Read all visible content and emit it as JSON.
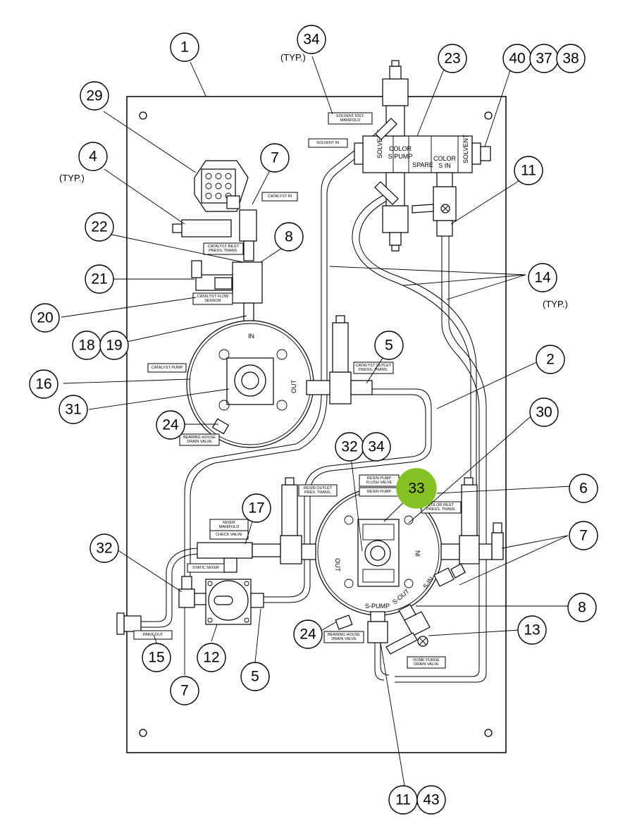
{
  "callouts": [
    {
      "label": "1"
    },
    {
      "label": "34"
    },
    {
      "label": "23"
    },
    {
      "label": "40"
    },
    {
      "label": "37"
    },
    {
      "label": "38"
    },
    {
      "label": "29"
    },
    {
      "label": "7"
    },
    {
      "label": "4"
    },
    {
      "label": "11"
    },
    {
      "label": "22"
    },
    {
      "label": "8"
    },
    {
      "label": "21"
    },
    {
      "label": "14"
    },
    {
      "label": "20"
    },
    {
      "label": "18"
    },
    {
      "label": "19"
    },
    {
      "label": "5"
    },
    {
      "label": "16"
    },
    {
      "label": "2"
    },
    {
      "label": "31"
    },
    {
      "label": "30"
    },
    {
      "label": "24"
    },
    {
      "label": "32"
    },
    {
      "label": "34"
    },
    {
      "label": "33"
    },
    {
      "label": "6"
    },
    {
      "label": "17"
    },
    {
      "label": "32"
    },
    {
      "label": "7"
    },
    {
      "label": "8"
    },
    {
      "label": "13"
    },
    {
      "label": "24"
    },
    {
      "label": "15"
    },
    {
      "label": "12"
    },
    {
      "label": "5"
    },
    {
      "label": "7"
    },
    {
      "label": "11"
    },
    {
      "label": "43"
    }
  ],
  "highlighted_callout": "33",
  "typ_notes": [
    "(TYP.)",
    "(TYP.)",
    "(TYP.)"
  ],
  "tags": {
    "solvent_dist_manifold": [
      "SOLVENT DIST.",
      "MANIFOLD"
    ],
    "solvent_in": [
      "SOLVENT IN"
    ],
    "catalyst_in": [
      "CATALYST IN"
    ],
    "catalyst_inlet_press": [
      "CATALYST INLET",
      "PRESS. TRANS."
    ],
    "catalyst_flow_sensor": [
      "CATALYST FLOW",
      "SENSOR"
    ],
    "catalyst_pump": [
      "CATALYST PUMP"
    ],
    "catalyst_outlet_press": [
      "CATALYST OUTLET",
      "PRESS. TRANS."
    ],
    "bearing_house_drain_1": [
      "BEARING HOUSE",
      "DRAIN VALVE"
    ],
    "resin_pump_flush": [
      "RESIN PUMP",
      "FLUSH VALVE"
    ],
    "resin_pump": [
      "RESIN PUMP"
    ],
    "resin_outlet_press": [
      "RESIN OUTLET",
      "PRES. TRANS."
    ],
    "color_inlet_press": [
      "COLOR INLET",
      "PRESS. TRANS."
    ],
    "mixer_manifold": [
      "MIXER",
      "MANIFOLD"
    ],
    "check_valve": [
      "CHECK VALVE"
    ],
    "static_mixer": [
      "STATIC MIXER"
    ],
    "paint_out": [
      "PAINT OUT"
    ],
    "bearing_house_drain_2": [
      "BEARING HOUSE",
      "DRAIN VALVE"
    ],
    "dome_purge_drain": [
      "DOME PURGE",
      "DRAIN VALVE"
    ]
  },
  "manifold_labels": {
    "solvent_left": "SOLVENT",
    "color_s_pump": [
      "COLOR",
      "S PUMP"
    ],
    "spare": "SPARE",
    "color_s_in": [
      "COLOR",
      "S IN"
    ],
    "solvent_right": "SOLVENT"
  },
  "pump_labels": {
    "cat_in": "IN",
    "cat_out": "OUT",
    "resin_out": "OUT",
    "resin_in": "IN",
    "s_in": "S-IN",
    "s_pump": "S-PUMP",
    "s_out": "S-OUT"
  },
  "colors": {
    "highlight": "#86c226",
    "line": "#000000",
    "background": "#ffffff"
  }
}
